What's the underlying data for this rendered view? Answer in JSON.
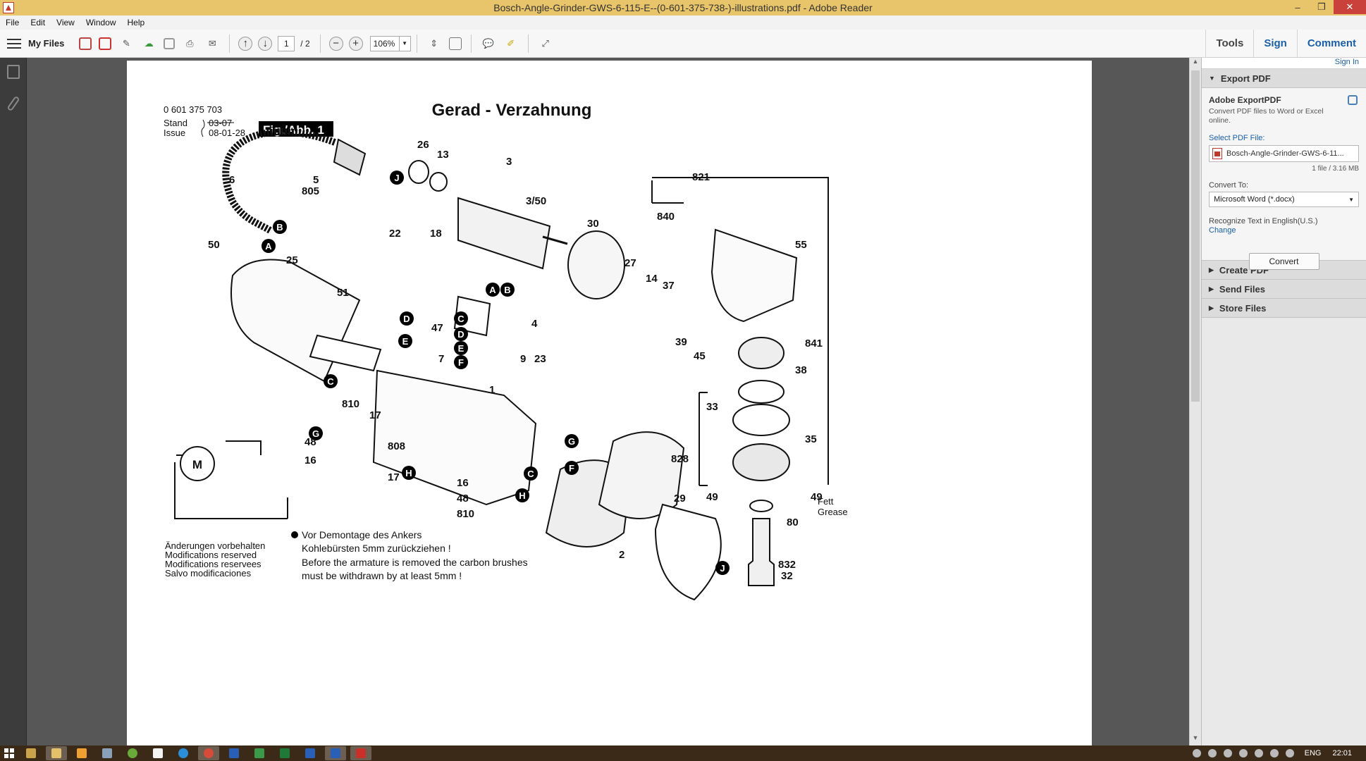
{
  "window": {
    "title": "Bosch-Angle-Grinder-GWS-6-115-E--(0-601-375-738-)-illustrations.pdf - Adobe Reader",
    "controls": [
      "–",
      "❐",
      "✕"
    ]
  },
  "menu": [
    "File",
    "Edit",
    "View",
    "Window",
    "Help"
  ],
  "toolbar": {
    "my_files": "My Files",
    "page_current": "1",
    "page_total": "/ 2",
    "zoom": "106%",
    "tools": "Tools",
    "sign": "Sign",
    "comment": "Comment"
  },
  "right_panel": {
    "sign_in": "Sign In",
    "export_title": "Export PDF",
    "export_service": "Adobe ExportPDF",
    "export_desc": "Convert PDF files to Word or Excel online.",
    "select_label": "Select PDF File:",
    "selected_file": "Bosch-Angle-Grinder-GWS-6-11...",
    "file_meta": "1 file / 3.16 MB",
    "convert_to_label": "Convert To:",
    "convert_to_value": "Microsoft Word (*.docx)",
    "recognize": "Recognize Text in English(U.S.)",
    "change": "Change",
    "convert_button": "Convert",
    "create_pdf": "Create PDF",
    "send_files": "Send Files",
    "store_files": "Store Files"
  },
  "document": {
    "part_number": "0 601 375 703",
    "stand_label": "Stand",
    "stand_value": "03-07",
    "issue_label": "Issue",
    "issue_value": "08-01-28",
    "fig_label": "Fig./Abb. 1",
    "title": "Gerad - Verzahnung",
    "footer_left": [
      "Änderungen vorbehalten",
      "Modifications reserved",
      "Modifications reservees",
      "Salvo modificaciones"
    ],
    "note_de_1": "Vor Demontage des Ankers",
    "note_de_2": "Kohlebürsten 5mm zurückziehen !",
    "note_en_1": "Before the armature is removed the carbon brushes",
    "note_en_2": "must be withdrawn by at least 5mm !",
    "grease_1": "Fett",
    "grease_2": "Grease",
    "motor_label": "M",
    "parts": [
      "26",
      "13",
      "3",
      "3/50",
      "6",
      "5",
      "805",
      "22",
      "18",
      "30",
      "50",
      "25",
      "51",
      "27",
      "14",
      "37",
      "47",
      "4",
      "7",
      "39",
      "45",
      "9",
      "23",
      "1",
      "810",
      "17",
      "48",
      "16",
      "808",
      "17",
      "16",
      "48",
      "810",
      "2",
      "29",
      "821",
      "840",
      "55",
      "841",
      "38",
      "33",
      "35",
      "828",
      "49",
      "49",
      "80",
      "832",
      "32"
    ],
    "callouts": [
      "J",
      "B",
      "A",
      "D",
      "E",
      "C",
      "A",
      "B",
      "C",
      "D",
      "E",
      "F",
      "G",
      "H",
      "G",
      "F",
      "C",
      "H",
      "J"
    ]
  },
  "taskbar": {
    "lang": "ENG",
    "time": "22:01"
  }
}
